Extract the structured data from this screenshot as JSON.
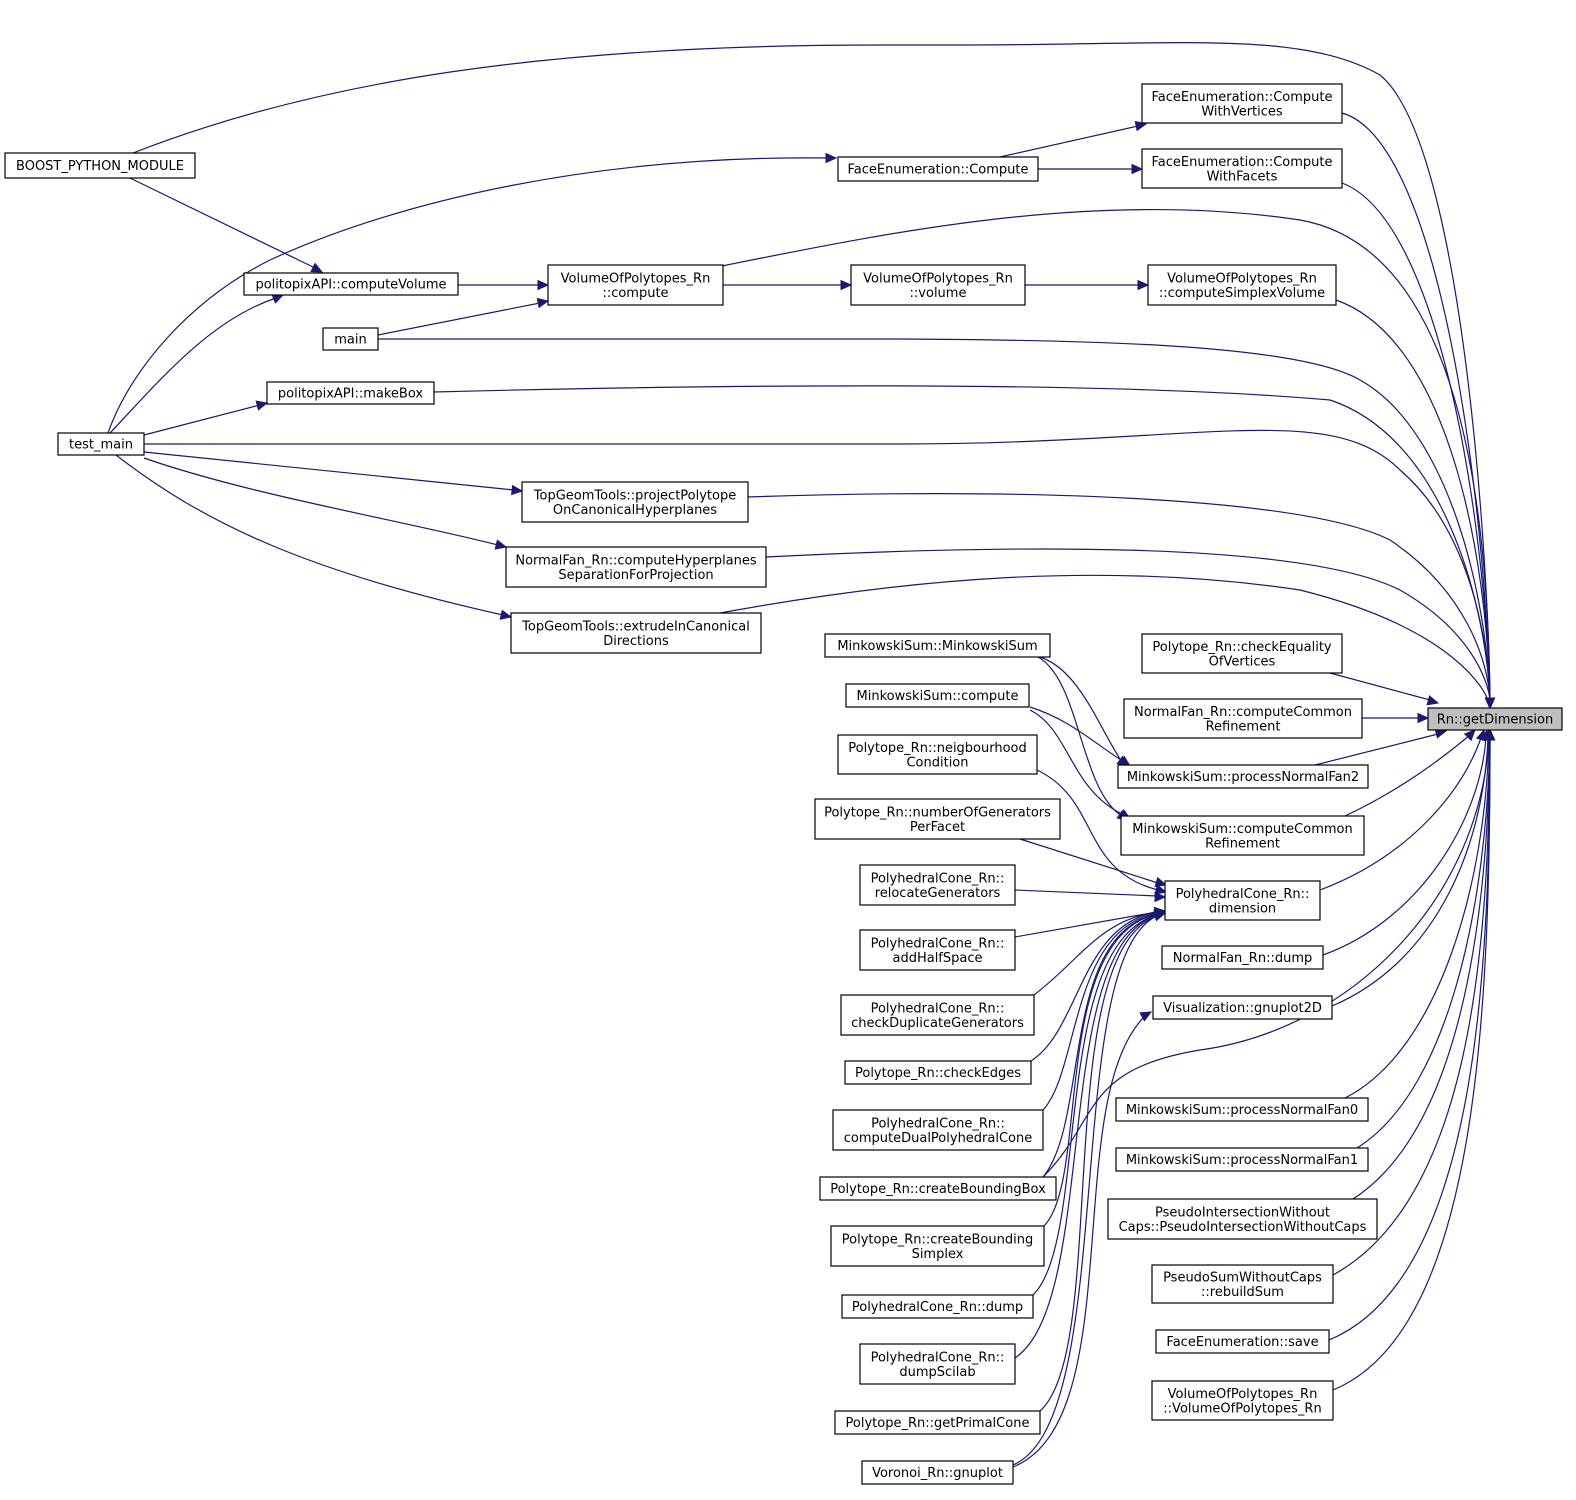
{
  "colors": {
    "edge": "#191970",
    "node_border": "#000000",
    "focus_fill": "#bfbfbf",
    "background": "#ffffff"
  },
  "nodes": {
    "target": {
      "lines": [
        "Rn::getDimension"
      ]
    },
    "boost": {
      "lines": [
        "BOOST_PYTHON_MODULE"
      ]
    },
    "test_main": {
      "lines": [
        "test_main"
      ]
    },
    "apiVolume": {
      "lines": [
        "politopixAPI::computeVolume"
      ]
    },
    "main": {
      "lines": [
        "main"
      ]
    },
    "apiBox": {
      "lines": [
        "politopixAPI::makeBox"
      ]
    },
    "feCompute": {
      "lines": [
        "FaceEnumeration::Compute"
      ]
    },
    "feVert": {
      "lines": [
        "FaceEnumeration::Compute",
        "WithVertices"
      ]
    },
    "feFacets": {
      "lines": [
        "FaceEnumeration::Compute",
        "WithFacets"
      ]
    },
    "vopCompute": {
      "lines": [
        "VolumeOfPolytopes_Rn",
        "::compute"
      ]
    },
    "vopVolume": {
      "lines": [
        "VolumeOfPolytopes_Rn",
        "::volume"
      ]
    },
    "vopSimplex": {
      "lines": [
        "VolumeOfPolytopes_Rn",
        "::computeSimplexVolume"
      ]
    },
    "tgtProject": {
      "lines": [
        "TopGeomTools::projectPolytope",
        "OnCanonicalHyperplanes"
      ]
    },
    "nfHyper": {
      "lines": [
        "NormalFan_Rn::computeHyperplanes",
        "SeparationForProjection"
      ]
    },
    "tgtExtrude": {
      "lines": [
        "TopGeomTools::extrudeInCanonical",
        "Directions"
      ]
    },
    "msCtor": {
      "lines": [
        "MinkowskiSum::MinkowskiSum"
      ]
    },
    "msCompute": {
      "lines": [
        "MinkowskiSum::compute"
      ]
    },
    "pNeigh": {
      "lines": [
        "Polytope_Rn::neigbourhood",
        "Condition"
      ]
    },
    "pNumGen": {
      "lines": [
        "Polytope_Rn::numberOfGenerators",
        "PerFacet"
      ]
    },
    "pcReloc": {
      "lines": [
        "PolyhedralCone_Rn::",
        "relocateGenerators"
      ]
    },
    "pcAddHalf": {
      "lines": [
        "PolyhedralCone_Rn::",
        "addHalfSpace"
      ]
    },
    "pcCheckDup": {
      "lines": [
        "PolyhedralCone_Rn::",
        "checkDuplicateGenerators"
      ]
    },
    "pCheckEdges": {
      "lines": [
        "Polytope_Rn::checkEdges"
      ]
    },
    "pcDual": {
      "lines": [
        "PolyhedralCone_Rn::",
        "computeDualPolyhedralCone"
      ]
    },
    "pBBox": {
      "lines": [
        "Polytope_Rn::createBoundingBox"
      ]
    },
    "pBSimplex": {
      "lines": [
        "Polytope_Rn::createBounding",
        "Simplex"
      ]
    },
    "pcDump": {
      "lines": [
        "PolyhedralCone_Rn::dump"
      ]
    },
    "pcDumpScilab": {
      "lines": [
        "PolyhedralCone_Rn::",
        "dumpScilab"
      ]
    },
    "pPrimal": {
      "lines": [
        "Polytope_Rn::getPrimalCone"
      ]
    },
    "vorGnuplot": {
      "lines": [
        "Voronoi_Rn::gnuplot"
      ]
    },
    "pCheckEqVert": {
      "lines": [
        "Polytope_Rn::checkEquality",
        "OfVertices"
      ]
    },
    "nfCommon": {
      "lines": [
        "NormalFan_Rn::computeCommon",
        "Refinement"
      ]
    },
    "msProc2": {
      "lines": [
        "MinkowskiSum::processNormalFan2"
      ]
    },
    "msCommon": {
      "lines": [
        "MinkowskiSum::computeCommon",
        "Refinement"
      ]
    },
    "pcDim": {
      "lines": [
        "PolyhedralCone_Rn::",
        "dimension"
      ]
    },
    "nfDump": {
      "lines": [
        "NormalFan_Rn::dump"
      ]
    },
    "visGnuplot": {
      "lines": [
        "Visualization::gnuplot2D"
      ]
    },
    "msProc0": {
      "lines": [
        "MinkowskiSum::processNormalFan0"
      ]
    },
    "msProc1": {
      "lines": [
        "MinkowskiSum::processNormalFan1"
      ]
    },
    "pisCtor": {
      "lines": [
        "PseudoIntersectionWithout",
        "Caps::PseudoIntersectionWithoutCaps"
      ]
    },
    "psRebuild": {
      "lines": [
        "PseudoSumWithoutCaps",
        "::rebuildSum"
      ]
    },
    "feSave": {
      "lines": [
        "FaceEnumeration::save"
      ]
    },
    "vopCtor": {
      "lines": [
        "VolumeOfPolytopes_Rn",
        "::VolumeOfPolytopes_Rn"
      ]
    }
  }
}
